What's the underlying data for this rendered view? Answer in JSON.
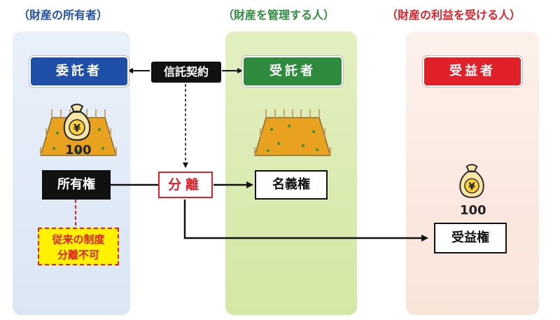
{
  "headers": {
    "settlor_group": "（財産の所有者）",
    "trustee_group": "（財産を管理する人）",
    "beneficiary_group": "（財産の利益を受ける人）"
  },
  "roles": {
    "settlor": "委託者",
    "trustee": "受託者",
    "beneficiary": "受益者"
  },
  "contract": "信託契約",
  "separation": "分離",
  "rights": {
    "ownership": "所有権",
    "title": "名義権",
    "beneficial": "受益権"
  },
  "old_system": {
    "line1": "従来の制度",
    "line2": "分離不可"
  },
  "money_amount": "100",
  "colors": {
    "settlor": "#1f4fa8",
    "trustee": "#2e8b3e",
    "beneficiary": "#e0212a"
  },
  "icons": [
    "yen-money-bag-icon",
    "land-plot-icon",
    "arrow-icon"
  ]
}
